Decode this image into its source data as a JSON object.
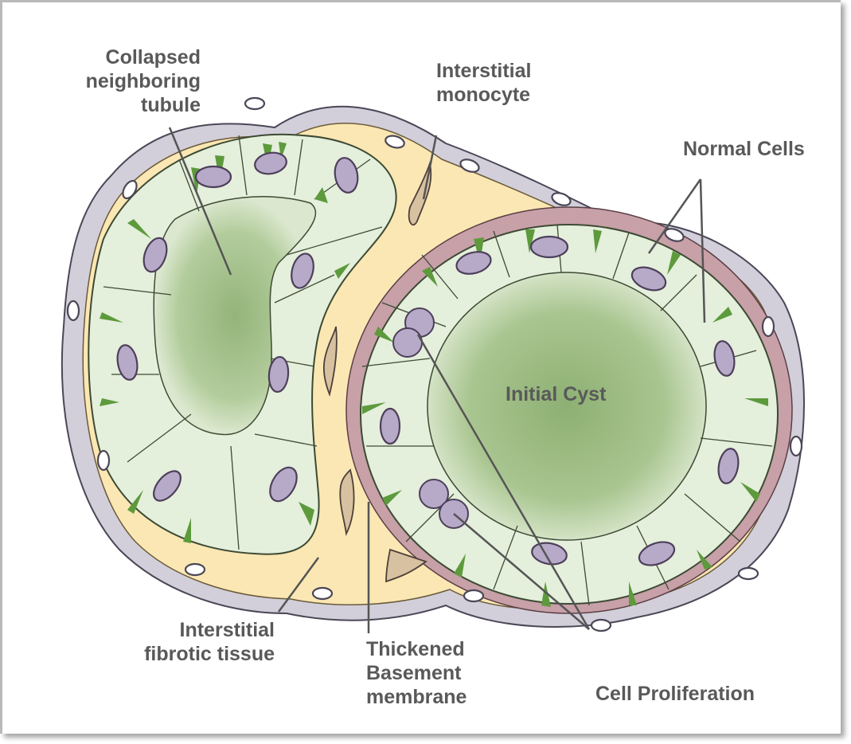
{
  "colors": {
    "label_text": "#595959",
    "cell_fill": "#e3eedb",
    "lumen_inner": "#9dbb83",
    "lumen_outer": "#cfdfc0",
    "cytoplasm_green": "#5d9a3c",
    "nucleus_fill": "#b3a6c6",
    "nucleus_stroke": "#4d3f5a",
    "interstitium": "#fce9b6",
    "basement_membrane": "#c299a1",
    "outer_sheath": "#cfcbd8",
    "leader_lines": "#555555"
  },
  "labels": {
    "collapsed_tubule": [
      "Collapsed",
      "neighboring",
      "tubule"
    ],
    "interstitial_monocyte": [
      "Interstitial",
      "monocyte"
    ],
    "normal_cells": [
      "Normal Cells"
    ],
    "initial_cyst": [
      "Initial Cyst"
    ],
    "interstitial_fibrotic": [
      "Interstitial",
      "fibrotic tissue"
    ],
    "thickened_basement": [
      "Thickened",
      "Basement",
      "membrane"
    ],
    "cell_proliferation": [
      "Cell Proliferation"
    ]
  }
}
